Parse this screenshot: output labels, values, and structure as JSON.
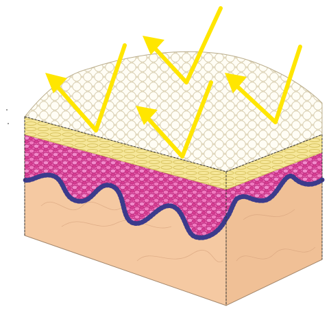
{
  "diagram": {
    "layers": [
      {
        "name": "surface-cells",
        "color": "#fbf6e6"
      },
      {
        "name": "yellow-band",
        "color": "#f6e79a"
      },
      {
        "name": "pink-cells",
        "color": "#e64a9f"
      },
      {
        "name": "basal-dots",
        "color": "#3a3a8a"
      },
      {
        "name": "dermis",
        "color": "#f3c39a"
      }
    ],
    "arrows": {
      "color": "#ffe600",
      "count": 4
    }
  }
}
